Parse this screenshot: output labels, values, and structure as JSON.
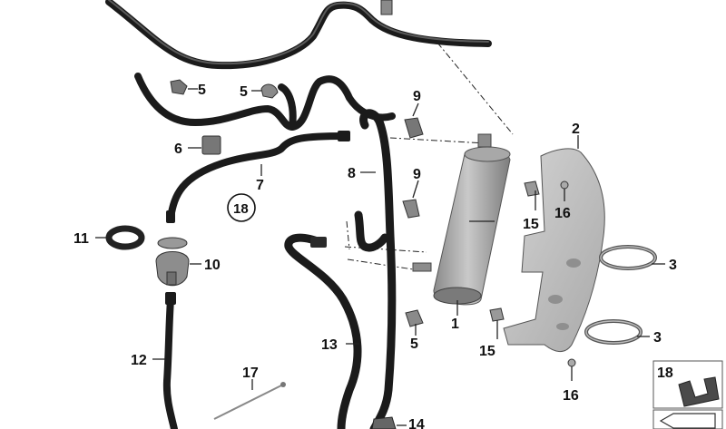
{
  "diagram": {
    "callouts": [
      {
        "id": "c1",
        "label": "1"
      },
      {
        "id": "c2",
        "label": "2"
      },
      {
        "id": "c3a",
        "label": "3"
      },
      {
        "id": "c3b",
        "label": "3"
      },
      {
        "id": "c5a",
        "label": "5"
      },
      {
        "id": "c5b",
        "label": "5"
      },
      {
        "id": "c5c",
        "label": "5"
      },
      {
        "id": "c6",
        "label": "6"
      },
      {
        "id": "c7",
        "label": "7"
      },
      {
        "id": "c8",
        "label": "8"
      },
      {
        "id": "c9a",
        "label": "9"
      },
      {
        "id": "c9b",
        "label": "9"
      },
      {
        "id": "c10",
        "label": "10"
      },
      {
        "id": "c11",
        "label": "11"
      },
      {
        "id": "c12",
        "label": "12"
      },
      {
        "id": "c13",
        "label": "13"
      },
      {
        "id": "c14",
        "label": "14"
      },
      {
        "id": "c15a",
        "label": "15"
      },
      {
        "id": "c15b",
        "label": "15"
      },
      {
        "id": "c16a",
        "label": "16"
      },
      {
        "id": "c16b",
        "label": "16"
      },
      {
        "id": "c17",
        "label": "17"
      },
      {
        "id": "c18",
        "label": "18"
      }
    ],
    "legend": {
      "label": "18"
    },
    "colors": {
      "line": "#1b1b1b",
      "canister": "#9b9b9b",
      "bracket": "#bdbdbd"
    }
  }
}
